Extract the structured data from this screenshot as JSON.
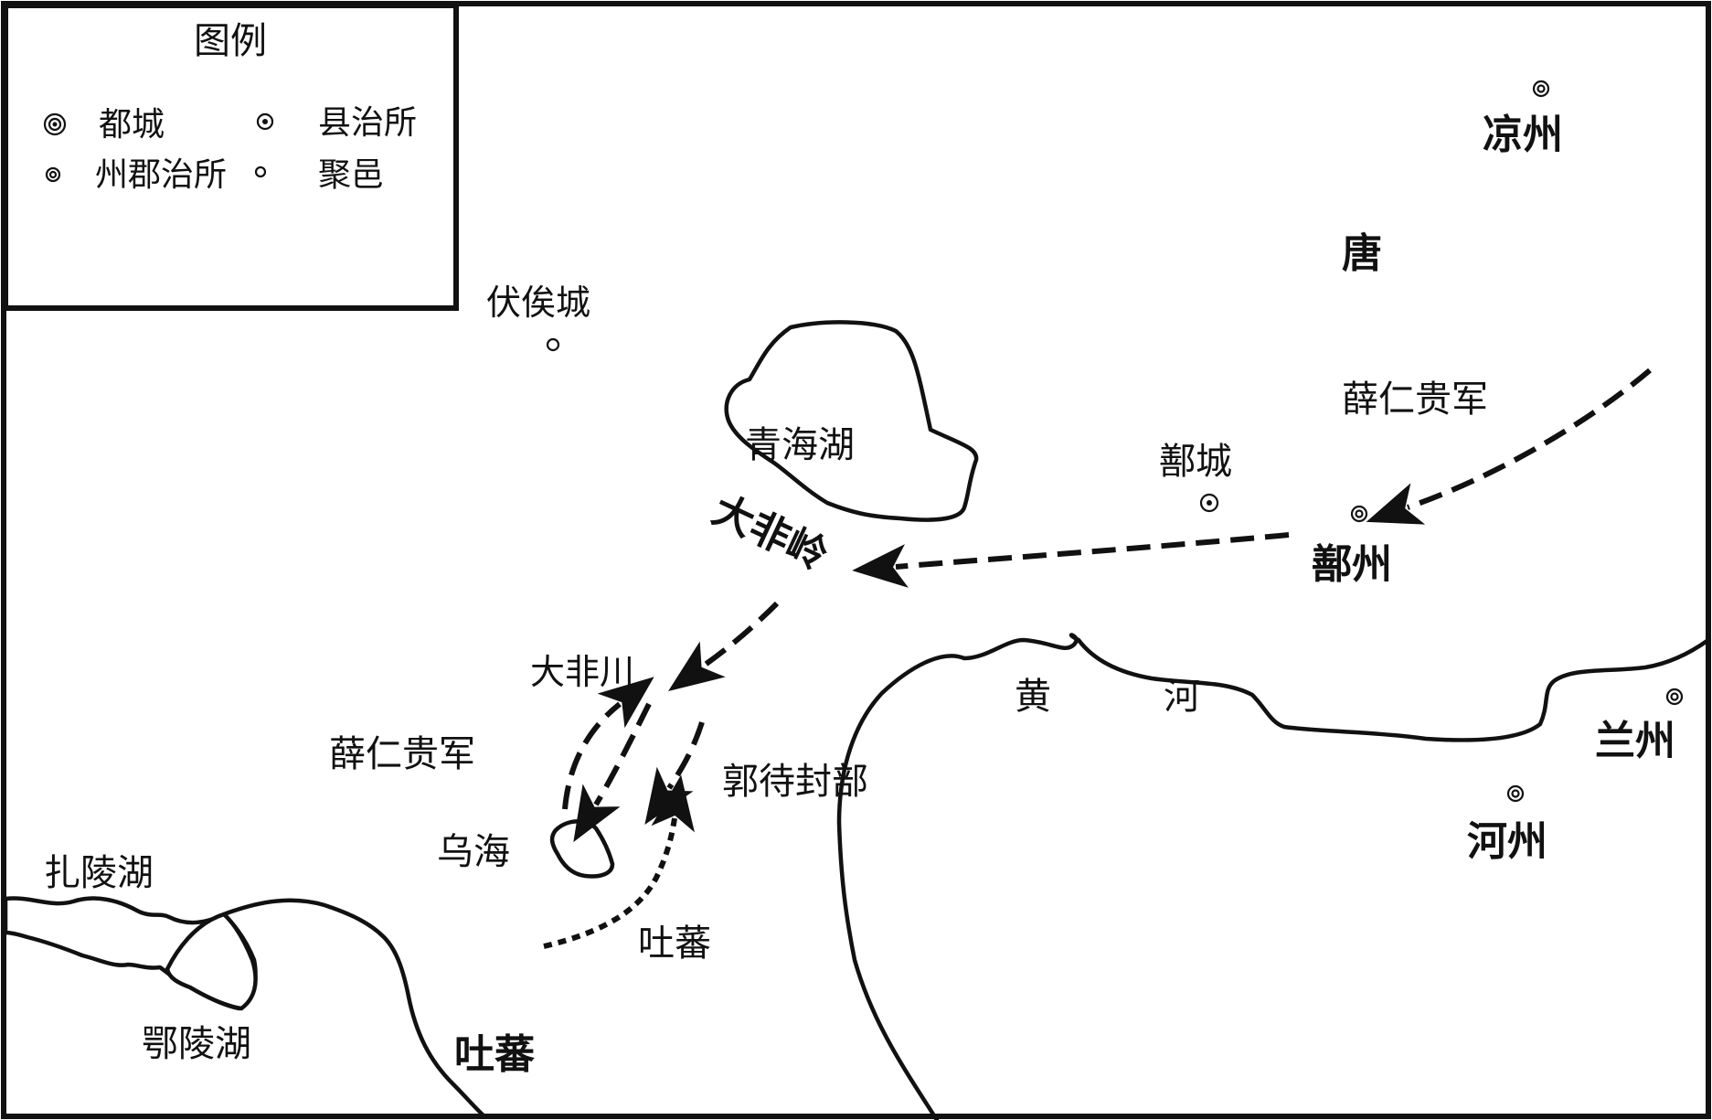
{
  "legend": {
    "title": "图例",
    "items": [
      {
        "symbol": "capital-icon",
        "label": "都城"
      },
      {
        "symbol": "county-seat-icon",
        "label": "县治所"
      },
      {
        "symbol": "prefecture-seat-icon",
        "label": "州郡治所"
      },
      {
        "symbol": "settlement-icon",
        "label": "聚邑"
      }
    ]
  },
  "places": {
    "liangzhou": "凉州",
    "tang": "唐",
    "fusicheng": "伏俟城",
    "qinghaihu": "青海湖",
    "shancheng": "鄯城",
    "shanzhou": "鄯州",
    "dafeiling": "大非岭",
    "dafeichuan": "大非川",
    "wuhai": "乌海",
    "huanghe_1": "黄",
    "huanghe_2": "河",
    "lanzhou": "兰州",
    "hezhou": "河州",
    "zhalinghu": "扎陵湖",
    "elinghu": "鄂陵湖",
    "tubo_region": "吐蕃"
  },
  "forces": {
    "xue_rengui_1": "薛仁贵军",
    "xue_rengui_2": "薛仁贵军",
    "guo_daifeng": "郭待封部",
    "tubo_army": "吐蕃"
  }
}
